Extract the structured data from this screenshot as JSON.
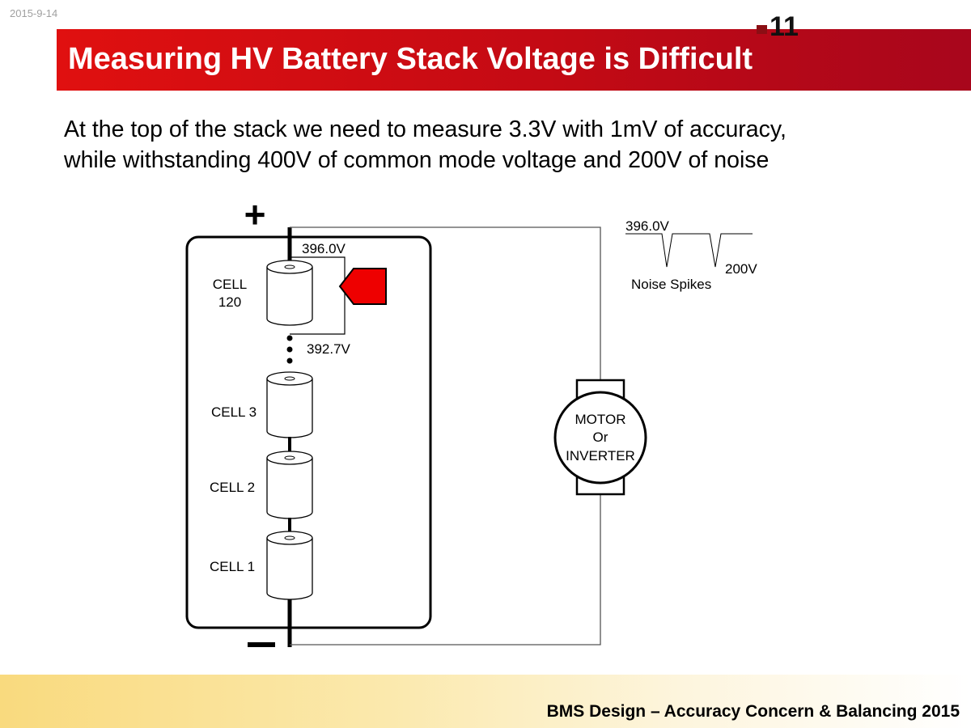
{
  "header": {
    "date": "2015-9-14",
    "page_number": "11",
    "title": "Measuring HV Battery Stack Voltage is Difficult"
  },
  "body": {
    "line1": "At the top of the stack we need to measure 3.3V with 1mV of accuracy,",
    "line2": "while withstanding 400V of common mode voltage and 200V of noise"
  },
  "diagram": {
    "plus_label": "+",
    "minus_label": "–",
    "top_voltage": "396.0V",
    "lower_voltage": "392.7V",
    "cell_top_name": "CELL",
    "cell_top_number": "120",
    "cell3_label": "CELL 3",
    "cell2_label": "CELL 2",
    "cell1_label": "CELL 1",
    "motor_line1": "MOTOR",
    "motor_line2": "Or",
    "motor_line3": "INVERTER",
    "noise_voltage": "396.0V",
    "noise_amplitude": "200V",
    "noise_label": "Noise Spikes",
    "arrow_color": "#ee0000"
  },
  "footer": {
    "text": "BMS Design – Accuracy Concern & Balancing 2015"
  }
}
